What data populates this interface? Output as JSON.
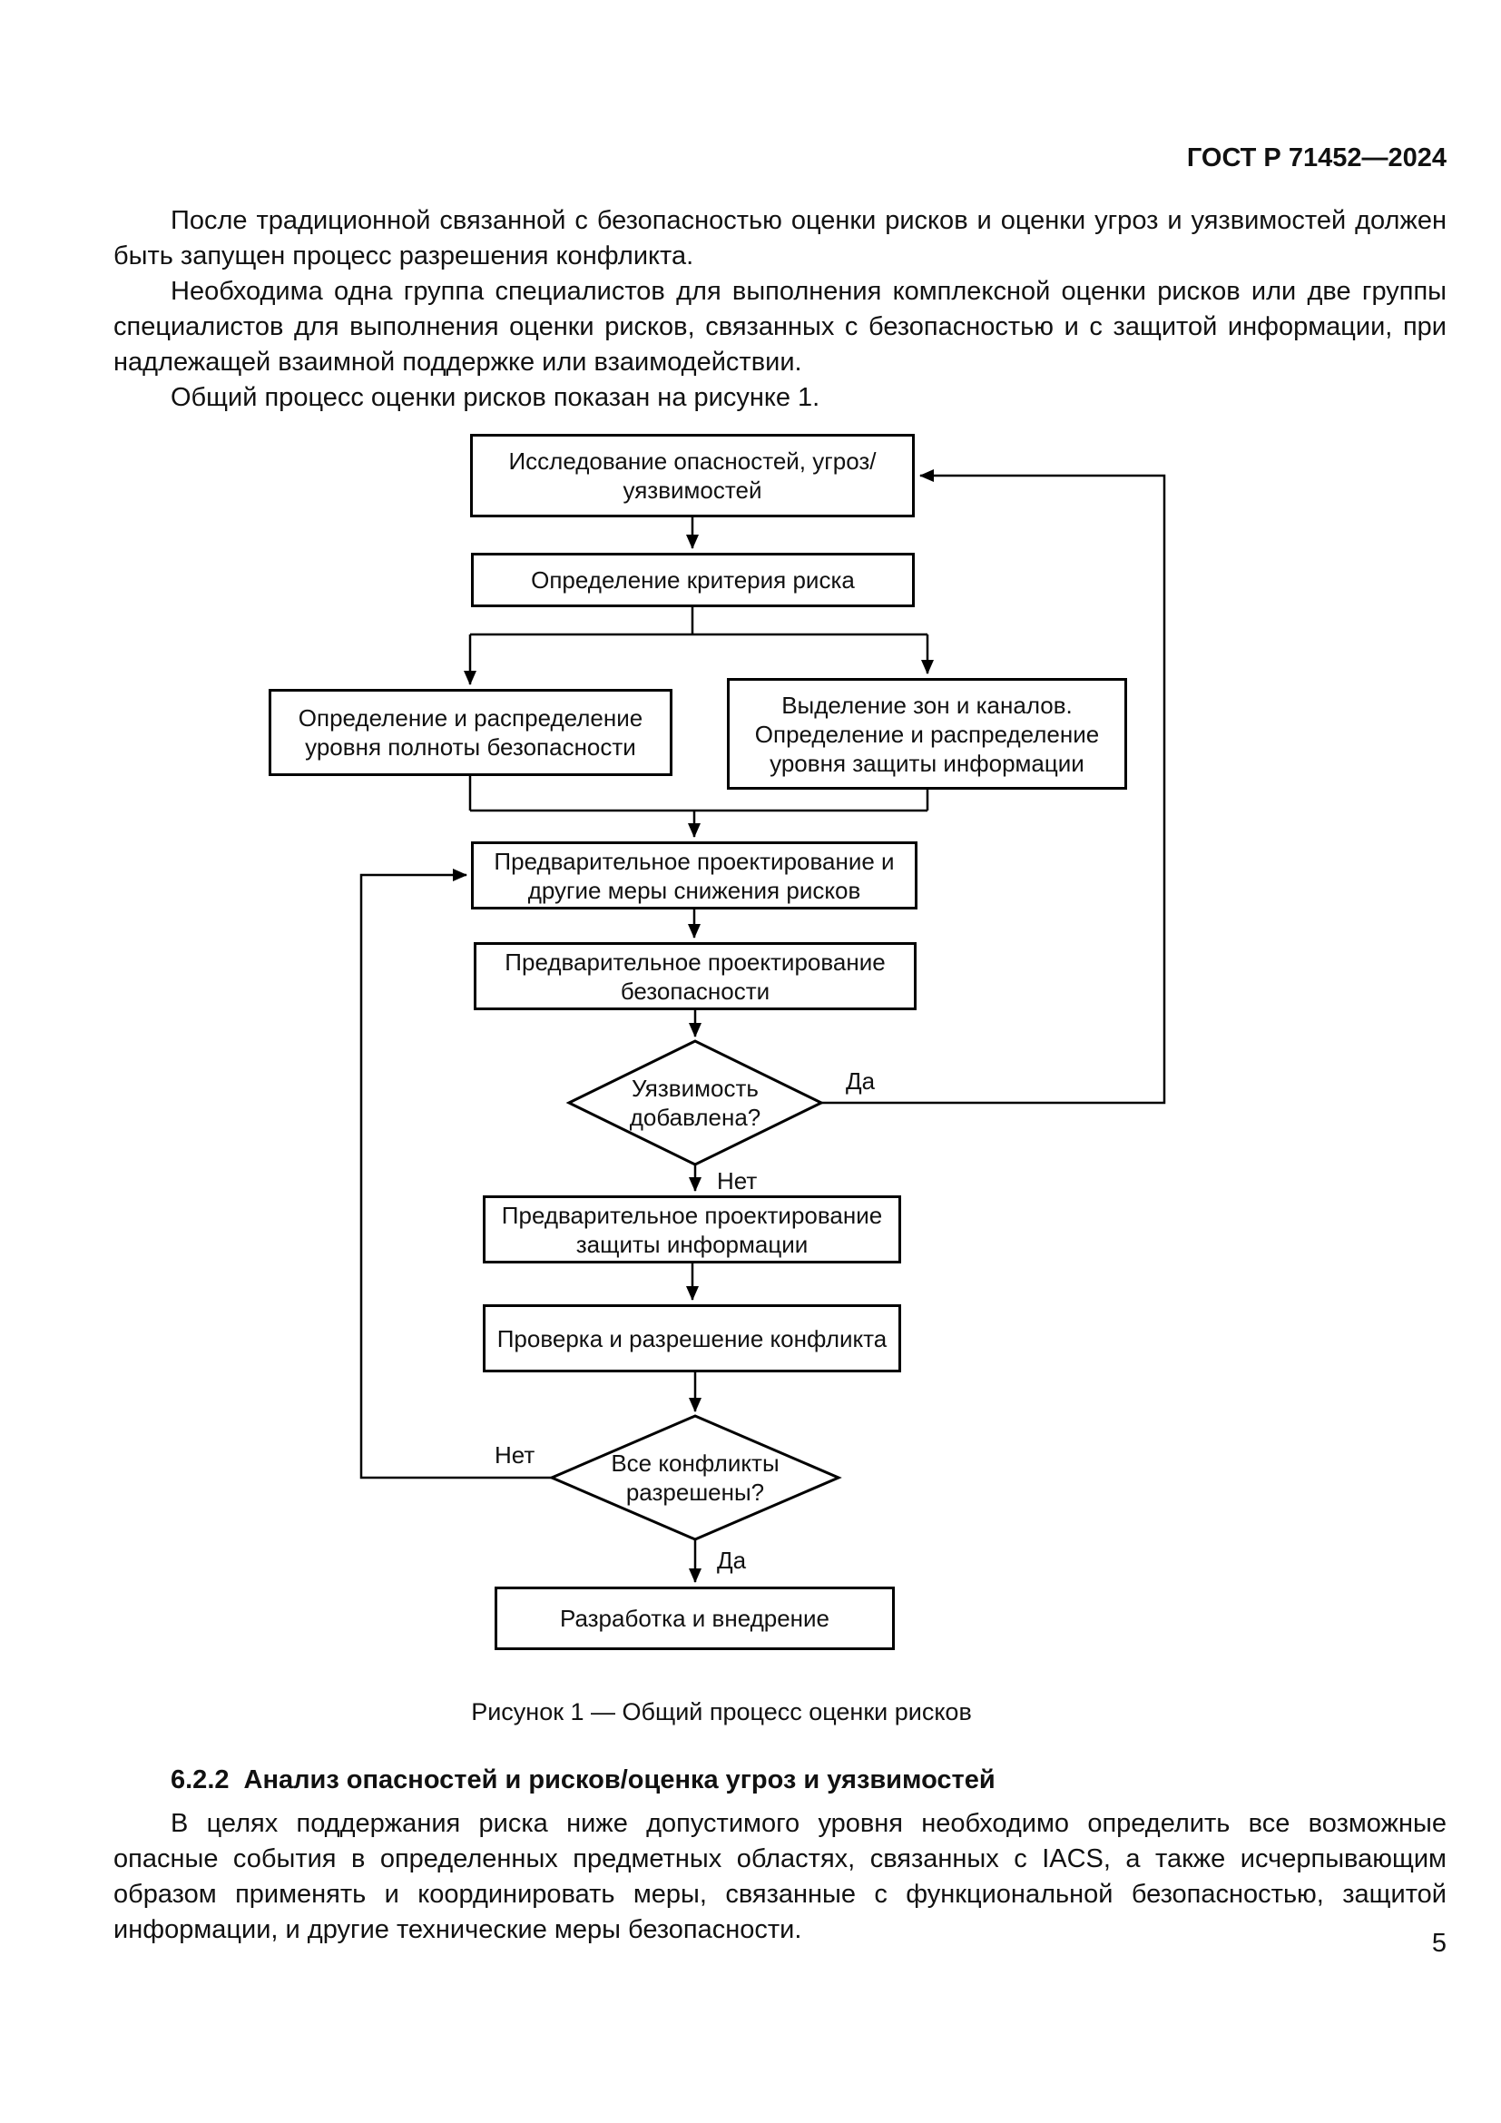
{
  "header": {
    "doc_number": "ГОСТ Р 71452—2024"
  },
  "paragraphs": {
    "p1": "После традиционной связанной с безопасностью оценки рисков и оценки угроз и уязвимостей должен быть запущен процесс разрешения конфликта.",
    "p2": "Необходима одна группа специалистов для выполнения комплексной оценки рисков или две группы специалистов для выполнения оценки рисков, связанных с безопасностью и с защитой информации, при надлежащей взаимной поддержке или взаимодействии.",
    "p3": "Общий процесс оценки рисков показан на рисунке 1."
  },
  "flowchart": {
    "boxes": {
      "hazard_research": "Исследование опасностей, угроз/\nуязвимостей",
      "risk_criteria": "Определение критерия риска",
      "safety_integrity": "Определение и распределение\nуровня полноты безопасности",
      "zones_conduits": "Выделение зон и каналов.\nОпределение и распределение\nуровня защиты информации",
      "prelim_risk_reduction": "Предварительное проектирование и\nдругие меры снижения рисков",
      "prelim_safety_design": "Предварительное проектирование\nбезопасности",
      "vulnerability_added": "Уязвимость\nдобавлена?",
      "prelim_security_design": "Предварительное проектирование\nзащиты информации",
      "conflict_check": "Проверка и разрешение конфликта",
      "conflicts_resolved": "Все конфликты\nразрешены?",
      "development": "Разработка и внедрение"
    },
    "labels": {
      "yes_vulnerability": "Да",
      "no_vulnerability": "Нет",
      "no_conflicts": "Нет",
      "yes_conflicts": "Да"
    },
    "caption": "Рисунок 1 — Общий процесс оценки рисков"
  },
  "section": {
    "number": "6.2.2",
    "title": "Анализ опасностей и рисков/оценка угроз и уязвимостей",
    "body": "В целях поддержания риска ниже допустимого уровня необходимо определить все возможные опасные события в определенных предметных областях, связанных с IACS, а также исчерпывающим образом применять и координировать меры, связанные с функциональной безопасностью, защитой информации, и другие технические меры безопасности."
  },
  "footer": {
    "page_number": "5"
  }
}
